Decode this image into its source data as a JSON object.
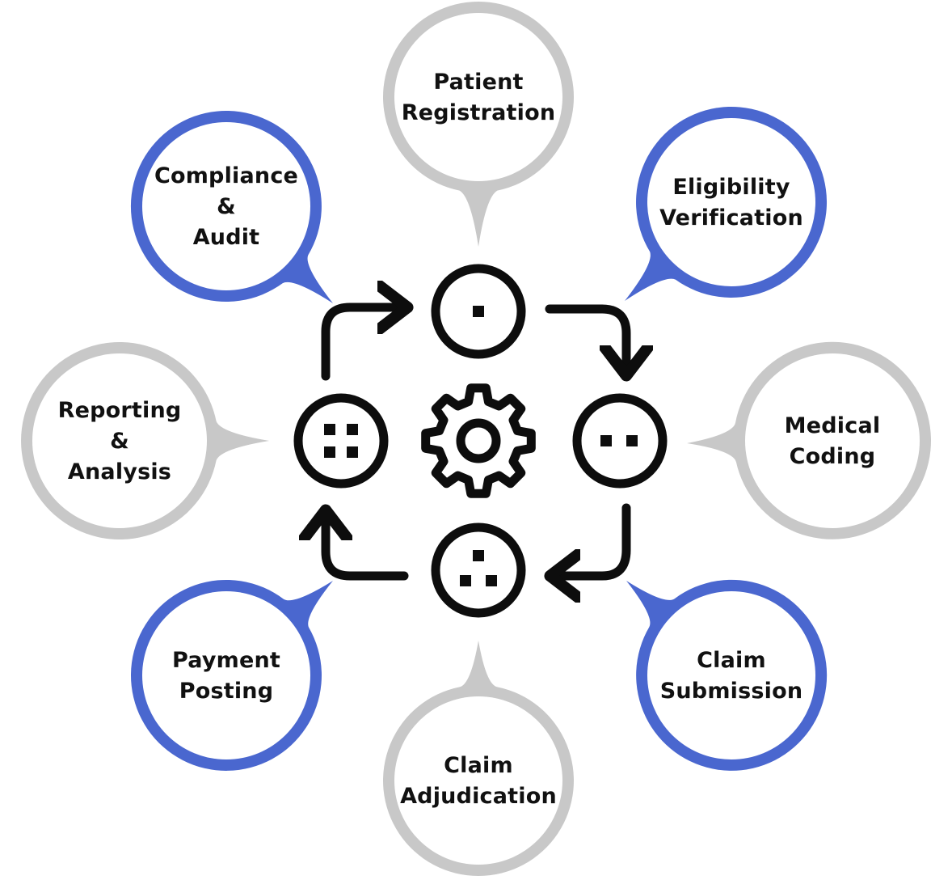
{
  "diagram": {
    "colors": {
      "blue": "#4a67cf",
      "grey": "#c8c8c8",
      "icon": "#0d0d0d",
      "fill": "#ffffff"
    },
    "steps": [
      {
        "key": "patient-registration",
        "label": "Patient\nRegistration",
        "color": "grey"
      },
      {
        "key": "eligibility-verification",
        "label": "Eligibility\nVerification",
        "color": "blue"
      },
      {
        "key": "medical-coding",
        "label": "Medical\nCoding",
        "color": "grey"
      },
      {
        "key": "claim-submission",
        "label": "Claim\nSubmission",
        "color": "blue"
      },
      {
        "key": "claim-adjudication",
        "label": "Claim\nAdjudication",
        "color": "grey"
      },
      {
        "key": "payment-posting",
        "label": "Payment\nPosting",
        "color": "blue"
      },
      {
        "key": "reporting-analysis",
        "label": "Reporting\n&\nAnalysis",
        "color": "grey"
      },
      {
        "key": "compliance-audit",
        "label": "Compliance\n&\nAudit",
        "color": "blue"
      }
    ],
    "center": {
      "icons": [
        "one-dot-circle-icon",
        "two-dot-circle-icon",
        "three-dot-circle-icon",
        "four-dot-circle-icon",
        "gear-icon"
      ],
      "arrow_icon": "cycle-arrow-icon"
    }
  }
}
